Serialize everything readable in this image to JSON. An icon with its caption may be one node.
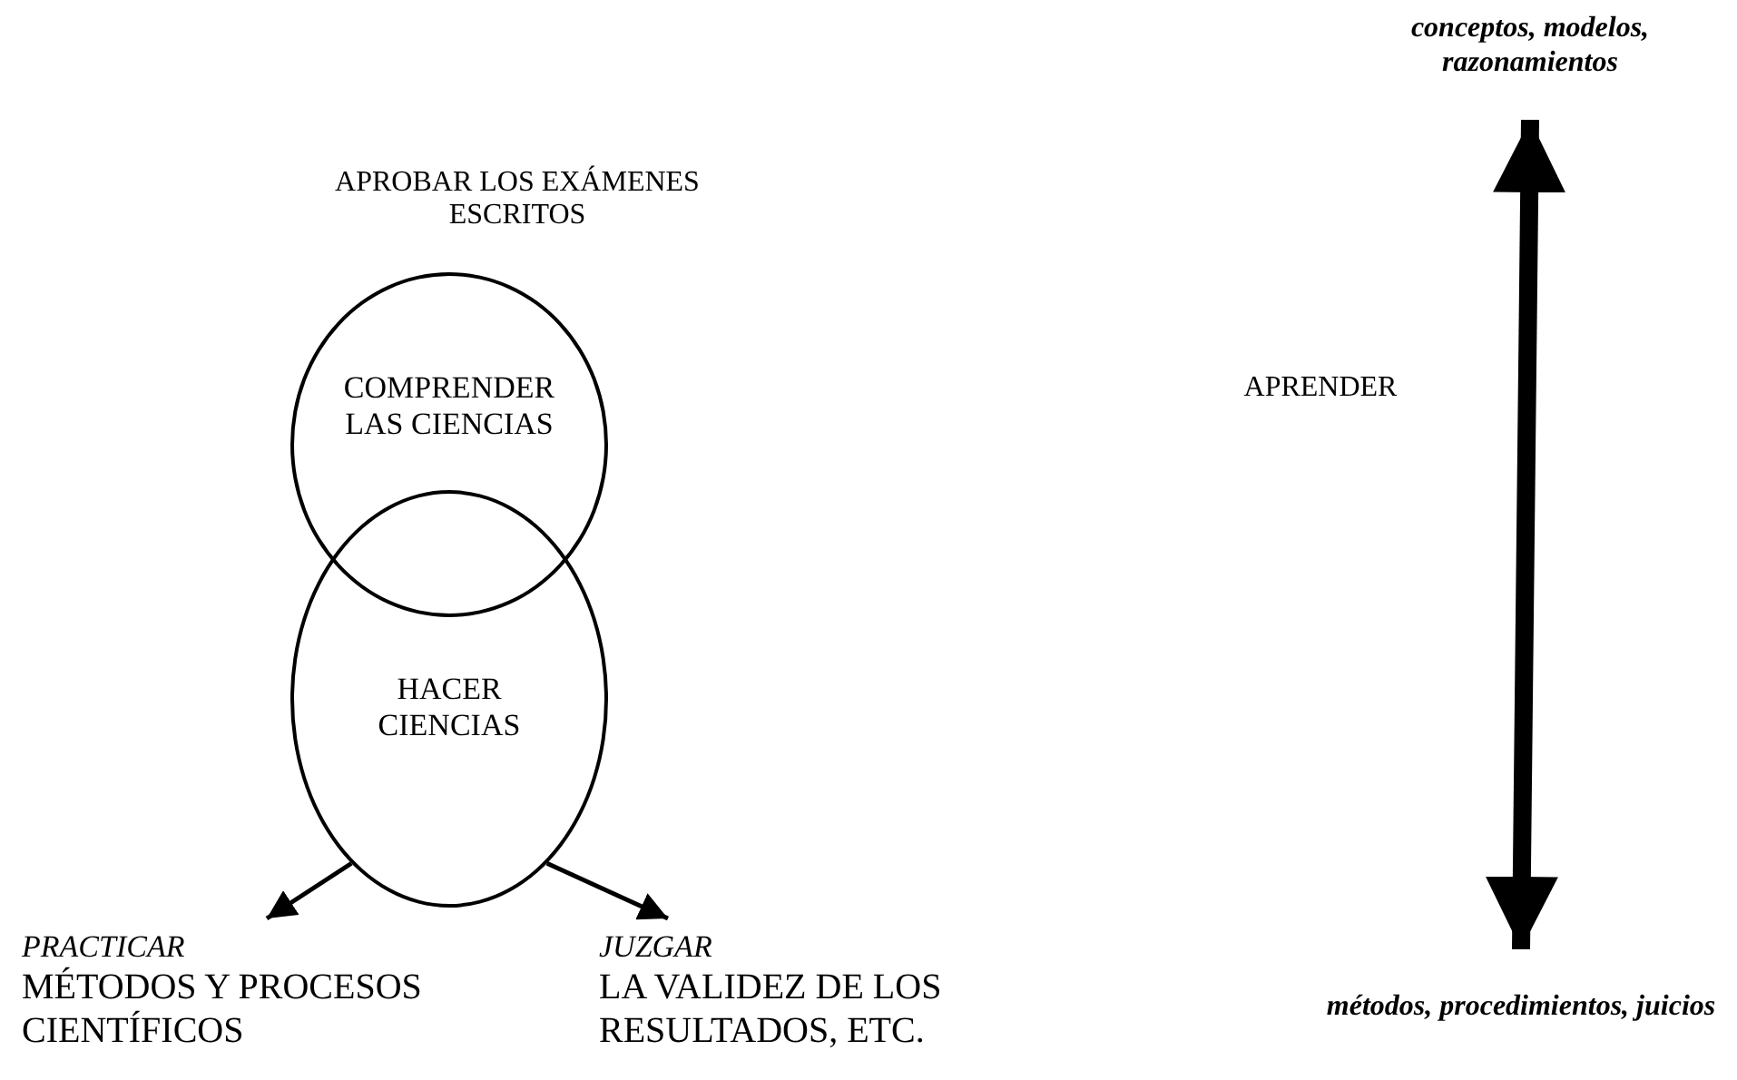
{
  "diagram": {
    "nodes": [
      {
        "text": [
          "COMPRENDER LAS CIENCIAS"
        ]
      },
      {
        "text": [
          "HACER CIENCIAS"
        ]
      },
      {
        "text": [
          "PRACTICAR",
          "MÉTODOS Y PROCESOS CIENTÍFICOS"
        ]
      },
      {
        "text": [
          "JUZGAR",
          "LA VALIDEZ DE LOS RESULTADOS, ETC."
        ]
      },
      {
        "text": [
          "conceptos, modelos, razonamientos"
        ]
      },
      {
        "text": [
          "métodos, procedimientos, juicios"
        ]
      }
    ],
    "edges": [
      {
        "from": 1,
        "to": 2,
        "arrow": "to"
      },
      {
        "from": 1,
        "to": 3,
        "arrow": "to"
      },
      {
        "from": 4,
        "to": 5,
        "arrow": "both",
        "style": "thick"
      }
    ],
    "labels": [
      "APROBAR LOS EXÁMENES ESCRITOS",
      "APRENDER"
    ]
  }
}
